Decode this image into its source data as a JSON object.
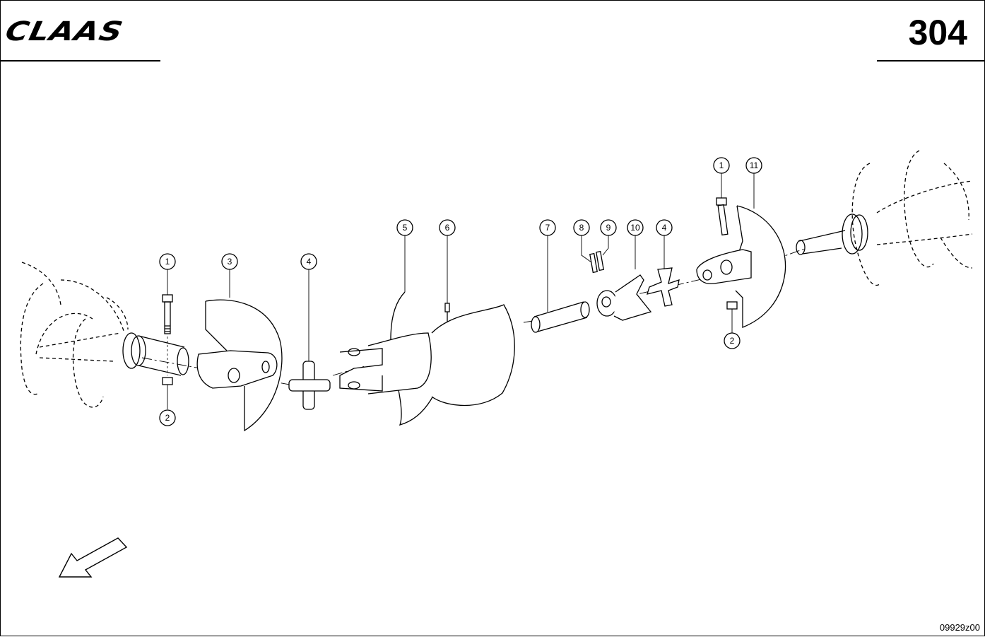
{
  "header": {
    "brand": "CLAAS",
    "page_number": "304"
  },
  "footer": {
    "drawing_code": "09929z00"
  },
  "callouts": [
    {
      "id": "c1a",
      "label": "1"
    },
    {
      "id": "c2a",
      "label": "2"
    },
    {
      "id": "c3",
      "label": "3"
    },
    {
      "id": "c4a",
      "label": "4"
    },
    {
      "id": "c5",
      "label": "5"
    },
    {
      "id": "c6",
      "label": "6"
    },
    {
      "id": "c7",
      "label": "7"
    },
    {
      "id": "c8",
      "label": "8"
    },
    {
      "id": "c9",
      "label": "9"
    },
    {
      "id": "c10",
      "label": "10"
    },
    {
      "id": "c4b",
      "label": "4"
    },
    {
      "id": "c1b",
      "label": "1"
    },
    {
      "id": "c11",
      "label": "11"
    },
    {
      "id": "c2b",
      "label": "2"
    }
  ]
}
